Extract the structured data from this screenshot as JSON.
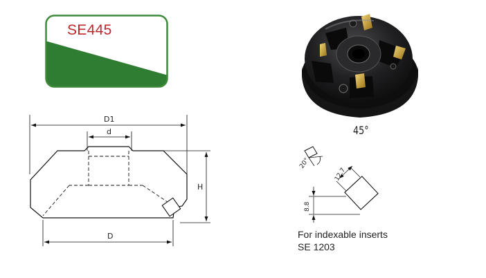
{
  "badge": {
    "title": "SE445"
  },
  "dimensions": {
    "outer_diameter_label": "D1",
    "bore_label": "d",
    "body_diameter_label": "D",
    "height_label": "H",
    "insert_size_label": "12.7",
    "insert_height_label": "8.8",
    "clearance_angle_label": "20°"
  },
  "angle_label": "45°",
  "note": {
    "line1": "For indexable inserts",
    "line2": "SE 1203"
  },
  "colors": {
    "badge_border": "#3f8a3a",
    "badge_fill": "#2f7d32",
    "title_red": "#c0272d",
    "cutter_body": "#1c1c1e",
    "insert_gold": "#c79a2c"
  }
}
